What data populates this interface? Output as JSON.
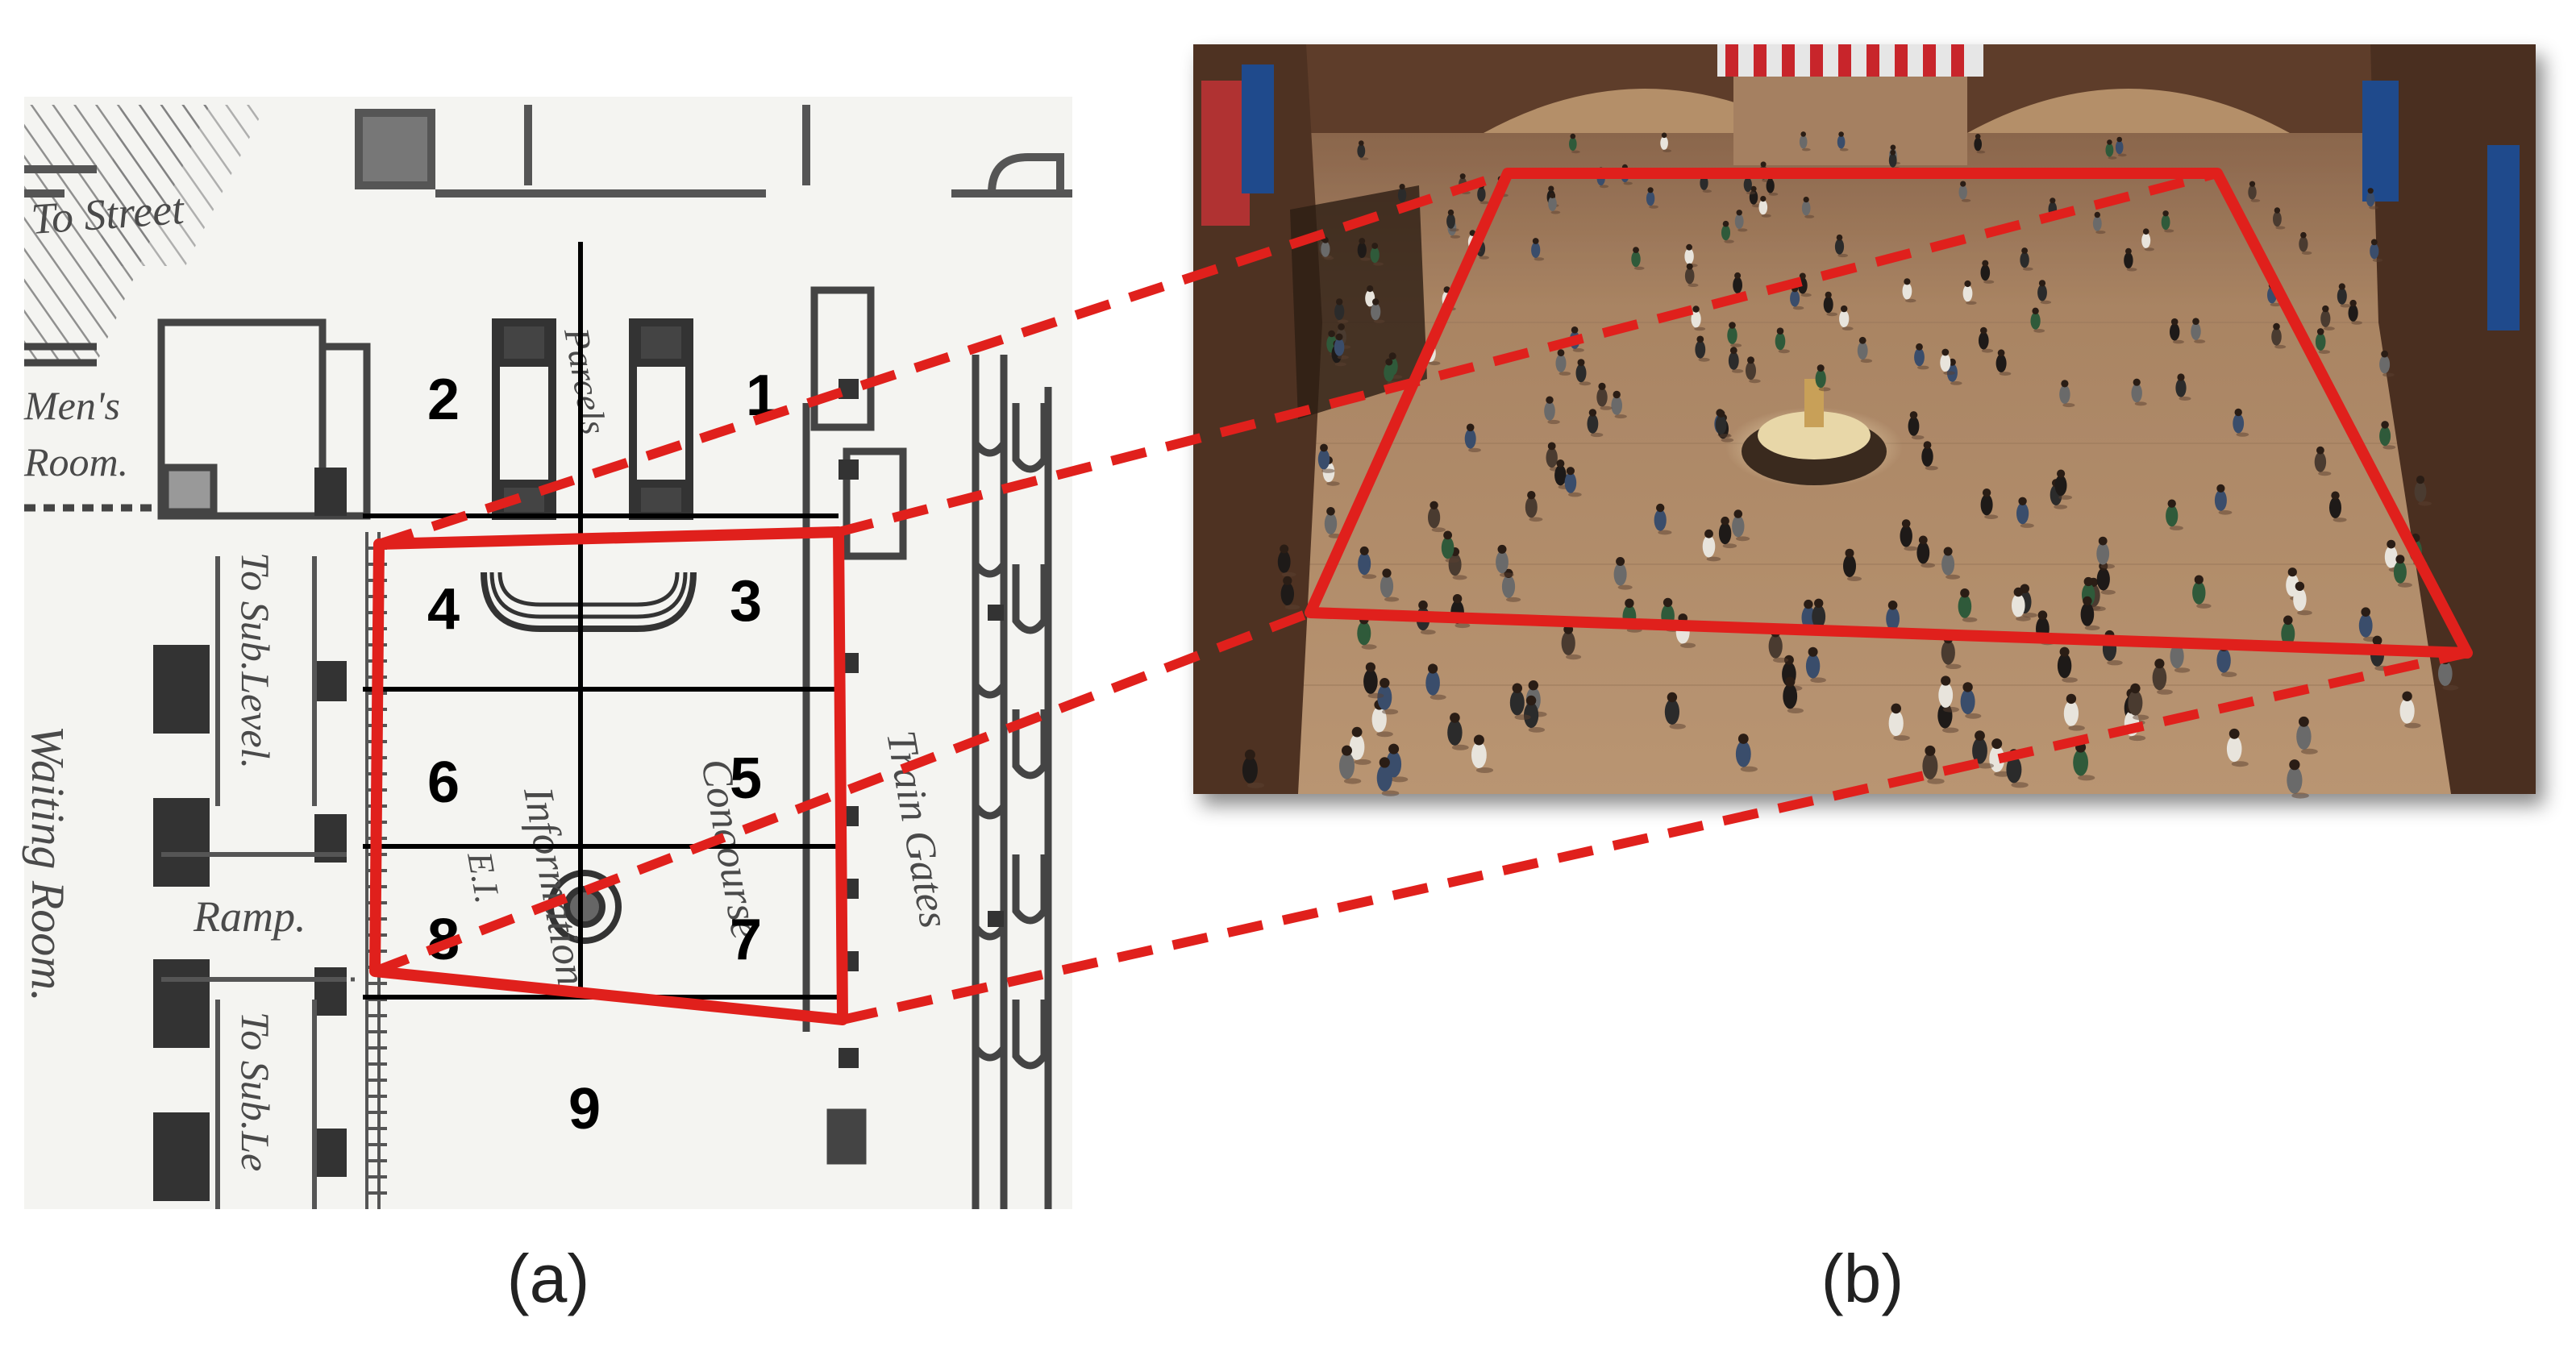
{
  "panels": {
    "left_caption": "(a)",
    "right_caption": "(b)"
  },
  "zones": [
    {
      "number": "1"
    },
    {
      "number": "2"
    },
    {
      "number": "3"
    },
    {
      "number": "4"
    },
    {
      "number": "5"
    },
    {
      "number": "6"
    },
    {
      "number": "7"
    },
    {
      "number": "8"
    },
    {
      "number": "9"
    }
  ],
  "floor_plan_labels": {
    "to_street": "To Street",
    "mens_room_line1": "Men's",
    "mens_room_line2": "Room.",
    "to_sub_level_upper": "To Sub.Level.",
    "to_sub_level_lower": "To Sub.Le",
    "waiting_room": "Waiting Room.",
    "ramp": "Ramp.",
    "information": "Information.",
    "concourse": "Concourse",
    "train_gates": "Train Gates",
    "parcels": "Parcels",
    "el": "E.I."
  },
  "colors": {
    "highlight": "#e0201c",
    "grid": "#000000",
    "floor": "#b08a67",
    "walls": "#6b4a33"
  }
}
